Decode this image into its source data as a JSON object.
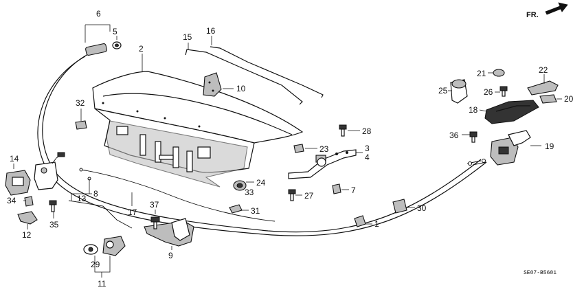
{
  "orientation_marker": "FR.",
  "diagram_code": "SE07-B5601",
  "callouts": {
    "p1": "1",
    "p2": "2",
    "p3": "3",
    "p4": "4",
    "p5": "5",
    "p6": "6",
    "p7": "7",
    "p8": "8",
    "p9": "9",
    "p10": "10",
    "p11": "11",
    "p12": "12",
    "p13": "13",
    "p14": "14",
    "p15": "15",
    "p16": "16",
    "p17": "17",
    "p18": "18",
    "p19": "19",
    "p20": "20",
    "p21": "21",
    "p22": "22",
    "p23": "23",
    "p24": "24",
    "p25": "25",
    "p26": "26",
    "p27": "27",
    "p28": "28",
    "p29": "29",
    "p30": "30",
    "p31": "31",
    "p32": "32",
    "p33": "33",
    "p34": "34",
    "p35": "35",
    "p36": "36",
    "p37": "37"
  },
  "colors": {
    "ink": "#111111",
    "shade": "#bdbdbd",
    "background": "#ffffff"
  }
}
